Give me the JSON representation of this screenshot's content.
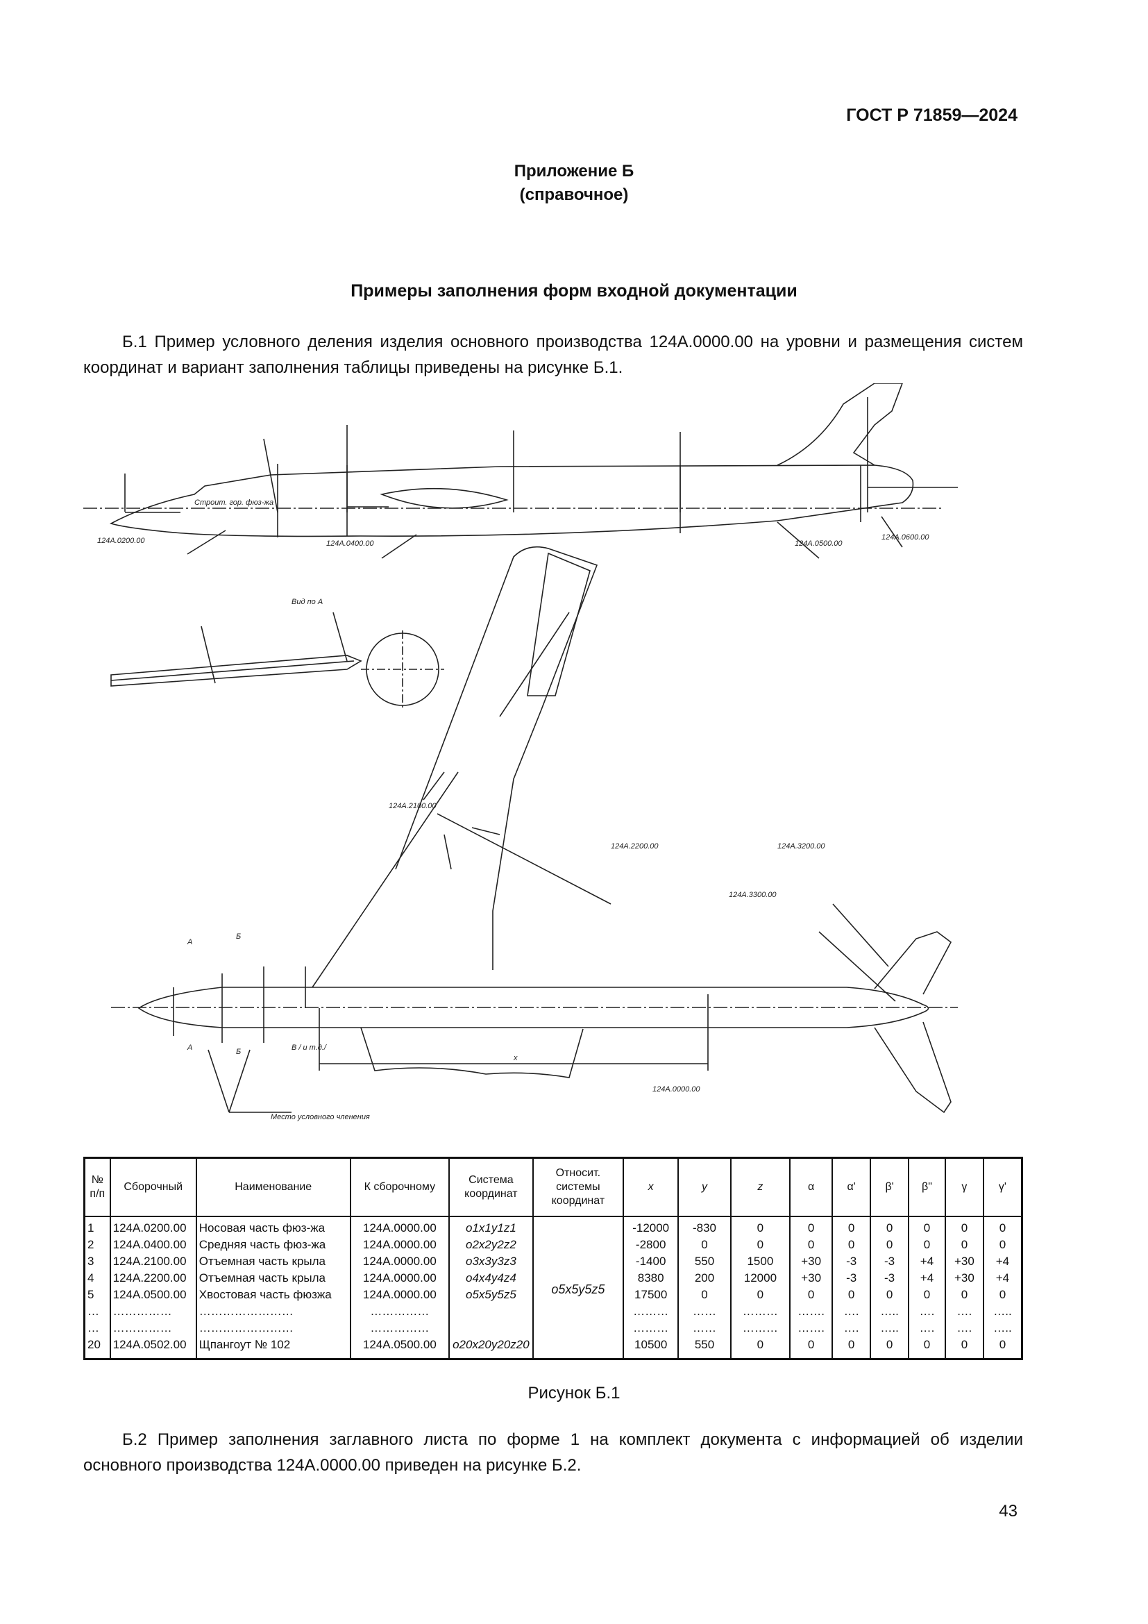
{
  "header": {
    "standard": "ГОСТ Р 71859—2024"
  },
  "appendix": {
    "title": "Приложение Б",
    "subtitle": "(справочное)"
  },
  "section_title": "Примеры заполнения форм входной документации",
  "paragraph_b1": "Б.1 Пример условного деления изделия основного производства 124А.0000.00 на уровни и размещения систем координат и вариант заполнения таблицы приведены на рисунке Б.1.",
  "figure": {
    "labels": {
      "part_0200": "124А.0200.00",
      "part_0400": "124А.0400.00",
      "part_0500": "124А.0500.00",
      "part_0600": "124А.0600.00",
      "part_2100": "124А.2100.00",
      "part_2200": "124А.2200.00",
      "part_3200": "124А.3200.00",
      "part_3300": "124А.3300.00",
      "part_0000": "124А.0000.00",
      "view_a": "Вид по А",
      "constr_line": "Строит. гор. фюз-жа",
      "split_place": "Место условного членения",
      "section_marks": "В / и т.д./",
      "letter_a": "А",
      "letter_b": "Б",
      "axis_x": "x"
    },
    "caption": "Рисунок Б.1"
  },
  "table": {
    "headers": {
      "num": "№ п/п",
      "assembly": "Сборочный",
      "name": "Наименование",
      "to_assembly": "К сборочному",
      "system": "Система координат",
      "relative": "Относит. системы координат",
      "x": "x",
      "y": "y",
      "z": "z",
      "alpha": "α",
      "alpha2": "α'",
      "beta": "β'",
      "beta2": "β\"",
      "gamma": "γ",
      "gamma2": "γ'"
    },
    "relative_value": "o5x5y5z5",
    "rows": [
      [
        "1",
        "124А.0200.00",
        "Носовая часть фюз-жа",
        "124А.0000.00",
        "o1x1y1z1",
        "-12000",
        "-830",
        "0",
        "0",
        "0",
        "0",
        "0",
        "0",
        "0"
      ],
      [
        "2",
        "124А.0400.00",
        "Средняя часть фюз-жа",
        "124А.0000.00",
        "o2x2y2z2",
        "-2800",
        "0",
        "0",
        "0",
        "0",
        "0",
        "0",
        "0",
        "0"
      ],
      [
        "3",
        "124А.2100.00",
        "Отъемная часть крыла",
        "124А.0000.00",
        "o3x3y3z3",
        "-1400",
        "550",
        "1500",
        "+30",
        "-3",
        "-3",
        "+4",
        "+30",
        "+4"
      ],
      [
        "4",
        "124А.2200.00",
        "Отъемная часть крыла",
        "124А.0000.00",
        "o4x4y4z4",
        "8380",
        "200",
        "12000",
        "+30",
        "-3",
        "-3",
        "+4",
        "+30",
        "+4"
      ],
      [
        "5",
        "124А.0500.00",
        "Хвостовая часть фюзжа",
        "124А.0000.00",
        "o5x5y5z5",
        "17500",
        "0",
        "0",
        "0",
        "0",
        "0",
        "0",
        "0",
        "0"
      ],
      [
        "…",
        "……………",
        "……………………",
        "……………",
        "",
        "………",
        "……",
        "………",
        "…….",
        "….",
        "…..",
        "….",
        "….",
        "….."
      ],
      [
        "…",
        "……………",
        "……………………",
        "……………",
        "",
        "………",
        "……",
        "………",
        "…….",
        "….",
        "…..",
        "….",
        "….",
        "….."
      ],
      [
        "20",
        "124А.0502.00",
        "Щпангоут № 102",
        "124А.0500.00",
        "o20x20y20z20",
        "10500",
        "550",
        "0",
        "0",
        "0",
        "0",
        "0",
        "0",
        "0"
      ]
    ]
  },
  "paragraph_b2": "Б.2 Пример заполнения заглавного листа по форме 1 на комплект документа с информацией об изделии основного производства 124А.0000.00 приведен на рисунке Б.2.",
  "page_number": "43"
}
